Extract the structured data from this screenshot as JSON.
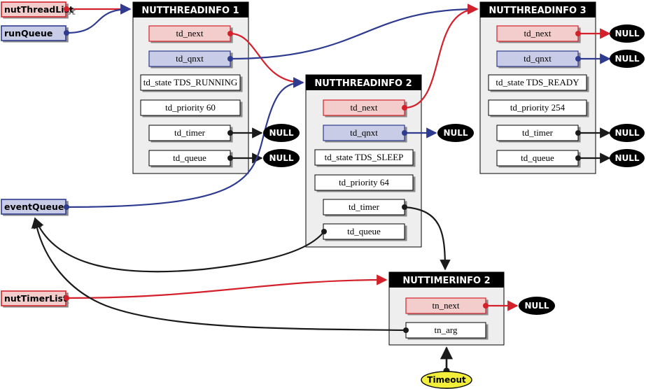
{
  "variables": {
    "nut_thread_list": "nutThreadList",
    "run_queue": "runQueue",
    "event_queue": "eventQueue",
    "nut_timer_list": "nutTimerList"
  },
  "thread1": {
    "title": "NUTTHREADINFO 1",
    "td_next": "td_next",
    "td_qnxt": "td_qnxt",
    "td_state": "td_state TDS_RUNNING",
    "td_priority": "td_priority 60",
    "td_timer": "td_timer",
    "td_queue": "td_queue"
  },
  "thread2": {
    "title": "NUTTHREADINFO 2",
    "td_next": "td_next",
    "td_qnxt": "td_qnxt",
    "td_state": "td_state TDS_SLEEP",
    "td_priority": "td_priority 64",
    "td_timer": "td_timer",
    "td_queue": "td_queue"
  },
  "thread3": {
    "title": "NUTTHREADINFO 3",
    "td_next": "td_next",
    "td_qnxt": "td_qnxt",
    "td_state": "td_state TDS_READY",
    "td_priority": "td_priority 254",
    "td_timer": "td_timer",
    "td_queue": "td_queue"
  },
  "timer2": {
    "title": "NUTTIMERINFO 2",
    "tn_next": "tn_next",
    "tn_arg": "tn_arg"
  },
  "null_label": "NULL",
  "timeout_label": "Timeout",
  "colors": {
    "red": "#d4202a",
    "blue": "#2e3b8f",
    "black": "#1a1a1a",
    "red_fill": "#f3cccc",
    "blue_fill": "#c9cce6",
    "node_body": "#eeeeee",
    "timeout_fill": "#f2ee3a"
  }
}
